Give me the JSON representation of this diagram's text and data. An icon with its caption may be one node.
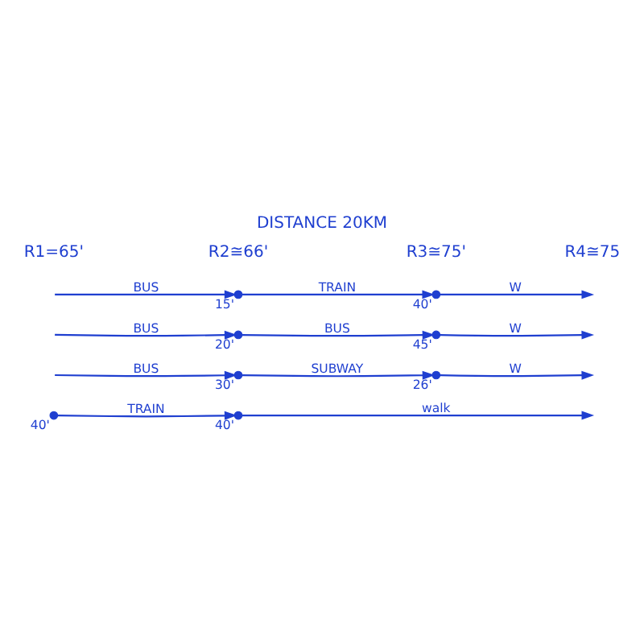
{
  "diagram": {
    "title": "DISTANCE 20KM",
    "nodes": [
      {
        "text": [],
        "shape": "circle",
        "beside": [
          "40'"
        ]
      },
      {
        "text": [],
        "shape": "circle",
        "beside": [
          "40'"
        ]
      },
      {
        "text": [],
        "shape": "circle",
        "beside": [
          "30'"
        ]
      },
      {
        "text": [],
        "shape": "circle",
        "beside": [
          "26'"
        ]
      },
      {
        "text": [],
        "shape": "circle",
        "beside": [
          "20'"
        ]
      },
      {
        "text": [],
        "shape": "circle",
        "beside": [
          "45'"
        ]
      },
      {
        "text": [],
        "shape": "circle",
        "beside": [
          "15'"
        ]
      },
      {
        "text": [],
        "shape": "circle",
        "beside": [
          "40'"
        ]
      }
    ],
    "edges": [
      {
        "from": 0,
        "to": 1,
        "arrow": "to",
        "label": "TRAIN"
      },
      {
        "from": 1,
        "to": null,
        "arrow": "to",
        "label": "walk"
      },
      {
        "from": null,
        "to": 2,
        "arrow": "to",
        "label": "BUS"
      },
      {
        "from": 2,
        "to": 3,
        "arrow": "to",
        "label": "SUBWAY"
      },
      {
        "from": 3,
        "to": null,
        "arrow": "to",
        "label": "W"
      },
      {
        "from": null,
        "to": 4,
        "arrow": "to",
        "label": "BUS"
      },
      {
        "from": 4,
        "to": 5,
        "arrow": "to",
        "label": "BUS"
      },
      {
        "from": 5,
        "to": null,
        "arrow": "to",
        "label": "W"
      },
      {
        "from": null,
        "to": 6,
        "arrow": "to",
        "label": "BUS"
      },
      {
        "from": 6,
        "to": 7,
        "arrow": "to",
        "label": "TRAIN"
      },
      {
        "from": 7,
        "to": null,
        "arrow": "to",
        "label": "W"
      }
    ],
    "labels": [
      "R1=65'",
      "R2≅66'",
      "R3≅75'",
      "R4≅75"
    ]
  }
}
